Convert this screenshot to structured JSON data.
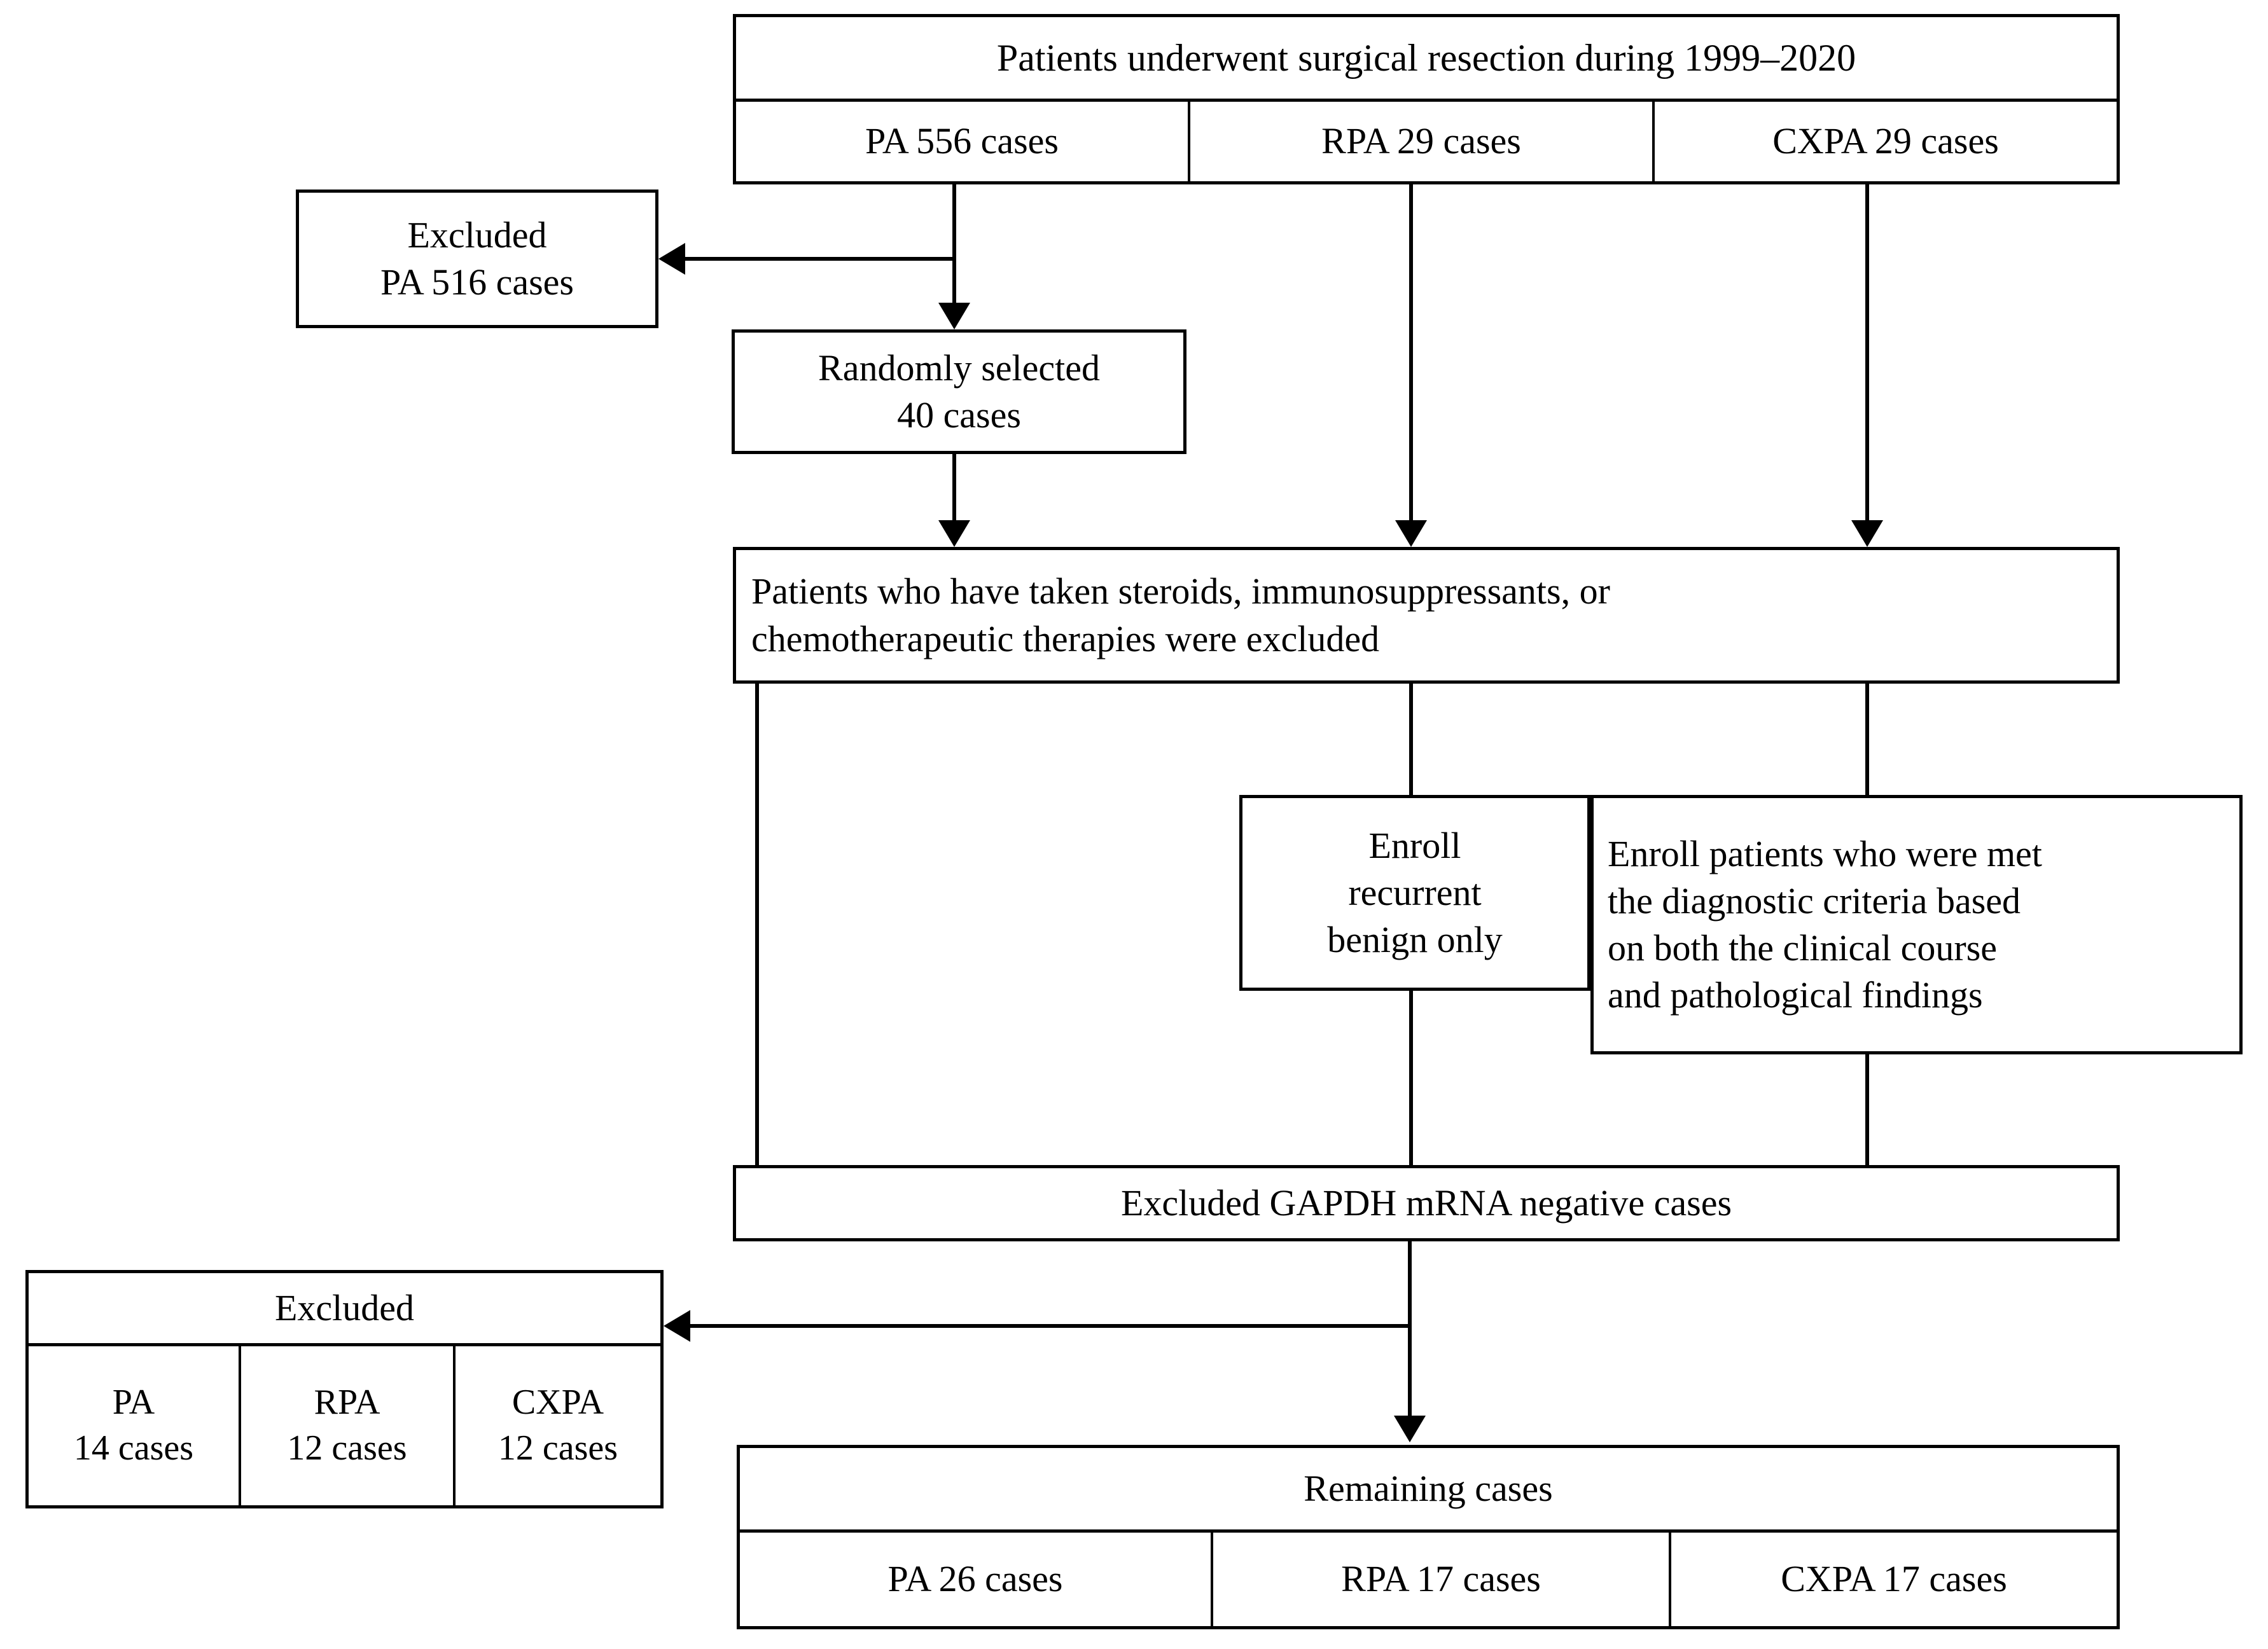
{
  "diagram": {
    "title": "Patient selection flowchart",
    "line_color": "#000000",
    "background_color": "#ffffff",
    "nodes": {
      "top_header": "Patients underwent  surgical resection during 1999–2020",
      "top_cells": [
        "PA 556 cases",
        "RPA 29 cases",
        "CXPA 29 cases"
      ],
      "excluded_pa": "Excluded\nPA 516 cases",
      "randomly_selected": "Randomly selected\n40 cases",
      "steroid_exclusion": "Patients who have taken steroids, immunosuppressants, or\nchemotherapeutic therapies were excluded",
      "enroll_recurrent": "Enroll\nrecurrent\nbenign only",
      "enroll_criteria": "Enroll patients who were met\nthe diagnostic criteria based\non both the clinical course\nand pathological findings",
      "gapdh_excluded": "Excluded  GAPDH mRNA negative cases",
      "excluded_header": "Excluded",
      "excluded_cells": [
        "PA\n14 cases",
        "RPA\n12 cases",
        "CXPA\n12 cases"
      ],
      "remaining_header": "Remaining cases",
      "remaining_cells": [
        "PA 26 cases",
        "RPA 17 cases",
        "CXPA 17 cases"
      ]
    }
  }
}
